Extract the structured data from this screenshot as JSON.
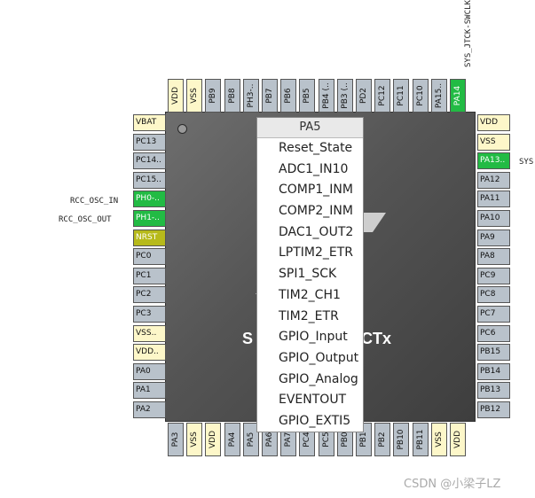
{
  "chip": {
    "name_left": "S",
    "name_right": "CTx"
  },
  "top_annotation": "SYS_JTCK-SWCLK",
  "right_annotation": "SYS",
  "left_annotations": {
    "ph0": "RCC_OSC_IN",
    "ph1": "RCC_OSC_OUT"
  },
  "pins": {
    "top": [
      {
        "label": "VDD",
        "kind": "yellow"
      },
      {
        "label": "VSS",
        "kind": "yellow"
      },
      {
        "label": "PB9",
        "kind": "gray"
      },
      {
        "label": "PB8",
        "kind": "gray"
      },
      {
        "label": "PH3-..",
        "kind": "gray"
      },
      {
        "label": "PB7",
        "kind": "gray"
      },
      {
        "label": "PB6",
        "kind": "gray"
      },
      {
        "label": "PB5",
        "kind": "gray"
      },
      {
        "label": "PB4 (..",
        "kind": "gray"
      },
      {
        "label": "PB3 (..",
        "kind": "gray"
      },
      {
        "label": "PD2",
        "kind": "gray"
      },
      {
        "label": "PC12",
        "kind": "gray"
      },
      {
        "label": "PC11",
        "kind": "gray"
      },
      {
        "label": "PC10",
        "kind": "gray"
      },
      {
        "label": "PA15..",
        "kind": "gray"
      },
      {
        "label": "PA14",
        "kind": "green"
      }
    ],
    "left": [
      {
        "label": "VBAT",
        "kind": "yellow"
      },
      {
        "label": "PC13",
        "kind": "gray"
      },
      {
        "label": "PC14..",
        "kind": "gray"
      },
      {
        "label": "PC15..",
        "kind": "gray"
      },
      {
        "label": "PH0-..",
        "kind": "green"
      },
      {
        "label": "PH1-..",
        "kind": "green"
      },
      {
        "label": "NRST",
        "kind": "olive"
      },
      {
        "label": "PC0",
        "kind": "gray"
      },
      {
        "label": "PC1",
        "kind": "gray"
      },
      {
        "label": "PC2",
        "kind": "gray"
      },
      {
        "label": "PC3",
        "kind": "gray"
      },
      {
        "label": "VSS..",
        "kind": "yellow"
      },
      {
        "label": "VDD..",
        "kind": "yellow"
      },
      {
        "label": "PA0",
        "kind": "gray"
      },
      {
        "label": "PA1",
        "kind": "gray"
      },
      {
        "label": "PA2",
        "kind": "gray"
      }
    ],
    "right": [
      {
        "label": "VDD",
        "kind": "yellow"
      },
      {
        "label": "VSS",
        "kind": "yellow"
      },
      {
        "label": "PA13..",
        "kind": "green"
      },
      {
        "label": "PA12",
        "kind": "gray"
      },
      {
        "label": "PA11",
        "kind": "gray"
      },
      {
        "label": "PA10",
        "kind": "gray"
      },
      {
        "label": "PA9",
        "kind": "gray"
      },
      {
        "label": "PA8",
        "kind": "gray"
      },
      {
        "label": "PC9",
        "kind": "gray"
      },
      {
        "label": "PC8",
        "kind": "gray"
      },
      {
        "label": "PC7",
        "kind": "gray"
      },
      {
        "label": "PC6",
        "kind": "gray"
      },
      {
        "label": "PB15",
        "kind": "gray"
      },
      {
        "label": "PB14",
        "kind": "gray"
      },
      {
        "label": "PB13",
        "kind": "gray"
      },
      {
        "label": "PB12",
        "kind": "gray"
      }
    ],
    "bottom": [
      {
        "label": "PA3",
        "kind": "gray"
      },
      {
        "label": "VSS",
        "kind": "yellow"
      },
      {
        "label": "VDD",
        "kind": "yellow"
      },
      {
        "label": "PA4",
        "kind": "gray"
      },
      {
        "label": "PA5",
        "kind": "gray"
      },
      {
        "label": "PA6",
        "kind": "gray"
      },
      {
        "label": "PA7",
        "kind": "gray"
      },
      {
        "label": "PC4",
        "kind": "gray"
      },
      {
        "label": "PC5",
        "kind": "gray"
      },
      {
        "label": "PB0",
        "kind": "gray"
      },
      {
        "label": "PB1",
        "kind": "gray"
      },
      {
        "label": "PB2",
        "kind": "gray"
      },
      {
        "label": "PB10",
        "kind": "gray"
      },
      {
        "label": "PB11",
        "kind": "gray"
      },
      {
        "label": "VSS",
        "kind": "yellow"
      },
      {
        "label": "VDD",
        "kind": "yellow"
      }
    ]
  },
  "context_menu": {
    "header": "PA5",
    "items": [
      "Reset_State",
      "ADC1_IN10",
      "COMP1_INM",
      "COMP2_INM",
      "DAC1_OUT2",
      "LPTIM2_ETR",
      "SPI1_SCK",
      "TIM2_CH1",
      "TIM2_ETR",
      "GPIO_Input",
      "GPIO_Output",
      "GPIO_Analog",
      "EVENTOUT",
      "GPIO_EXTI5"
    ]
  },
  "watermark": "CSDN @小梁子LZ",
  "colors": {
    "pin_gray": "#b9c2cb",
    "pin_power": "#fdf7c9",
    "pin_assigned": "#22bb44",
    "pin_reset": "#b7ba1b",
    "chip_body": "#545454"
  }
}
